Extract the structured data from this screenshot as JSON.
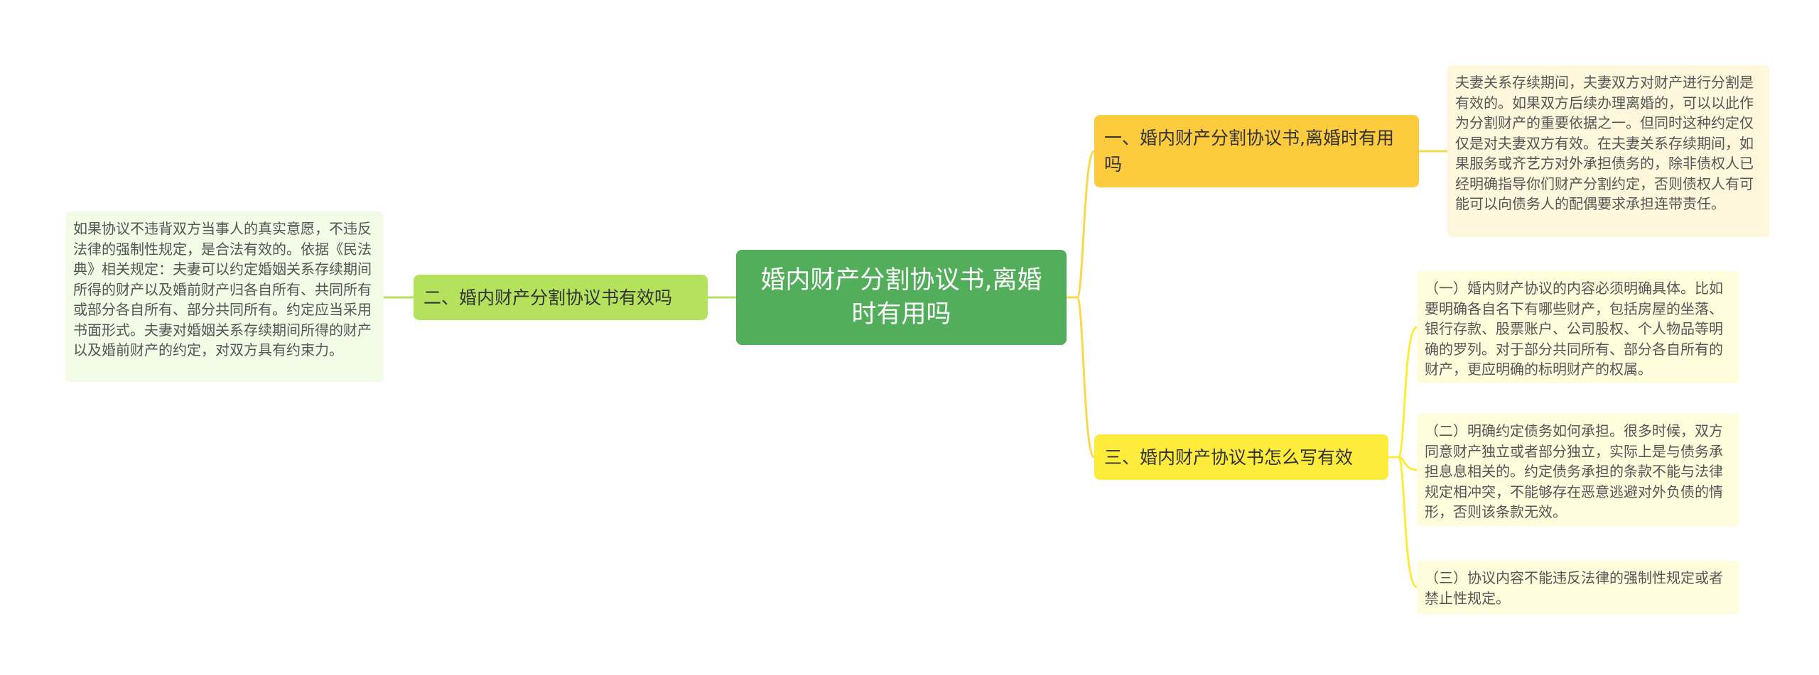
{
  "colors": {
    "root": "#52ae5b",
    "branch_1": "#fccb3e",
    "branch_2": "#b4e25d",
    "branch_3": "#fdec3c",
    "leaf_yellow": "#fff7dc",
    "leaf_green": "#f2fbe6",
    "connector_yellow": "#fcd74e",
    "connector_green": "#b4e25d"
  },
  "root": {
    "label": "婚内财产分割协议书,离婚时有用吗"
  },
  "branches": [
    {
      "label": "一、婚内财产分割协议书,离婚时有用吗",
      "leaves": [
        "夫妻关系存续期间，夫妻双方对财产进行分割是有效的。如果双方后续办理离婚的，可以以此作为分割财产的重要依据之一。但同时这种约定仅仅是对夫妻双方有效。在夫妻关系存续期间，如果服务或齐艺方对外承担债务的，除非债权人已经明确指导你们财产分割约定，否则债权人有可能可以向债务人的配偶要求承担连带责任。"
      ]
    },
    {
      "label": "二、婚内财产分割协议书有效吗",
      "leaves": [
        "如果协议不违背双方当事人的真实意愿，不违反法律的强制性规定，是合法有效的。依据《民法典》相关规定：夫妻可以约定婚姻关系存续期间所得的财产以及婚前财产归各自所有、共同所有或部分各自所有、部分共同所有。约定应当采用书面形式。夫妻对婚姻关系存续期间所得的财产以及婚前财产的约定，对双方具有约束力。"
      ]
    },
    {
      "label": "三、婚内财产协议书怎么写有效",
      "leaves": [
        "（一）婚内财产协议的内容必须明确具体。比如要明确各自名下有哪些财产，包括房屋的坐落、银行存款、股票账户、公司股权、个人物品等明确的罗列。对于部分共同所有、部分各自所有的财产，更应明确的标明财产的权属。",
        "（二）明确约定债务如何承担。很多时候，双方同意财产独立或者部分独立，实际上是与债务承担息息相关的。约定债务承担的条款不能与法律规定相冲突，不能够存在恶意逃避对外负债的情形，否则该条款无效。",
        "（三）协议内容不能违反法律的强制性规定或者禁止性规定。"
      ]
    }
  ]
}
